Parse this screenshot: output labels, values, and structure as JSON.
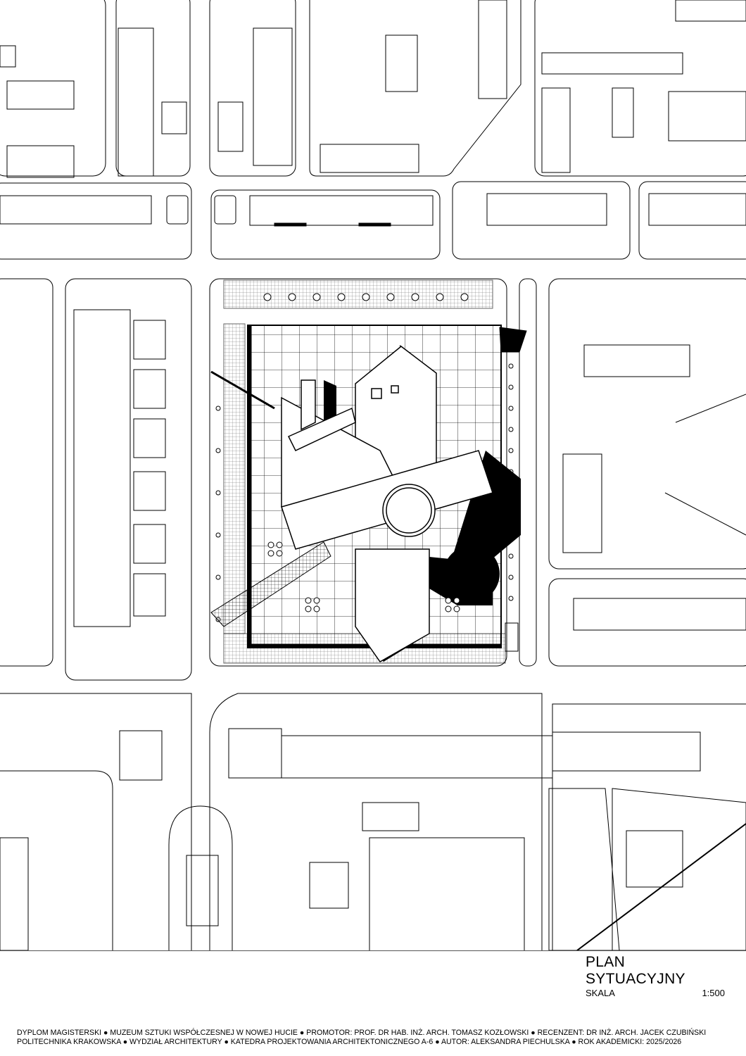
{
  "sheet": {
    "title": "PLAN SYTUACYJNY",
    "scale_label": "SKALA",
    "scale_value": "1:500"
  },
  "footer": {
    "line1": "DYPLOM MAGISTERSKI ● MUZEUM SZTUKI WSPÓŁCZESNEJ W NOWEJ HUCIE ● PROMOTOR: PROF. DR HAB. INŻ. ARCH. TOMASZ KOZŁOWSKI ● RECENZENT: DR INŻ. ARCH. JACEK CZUBIŃSKI",
    "line2": "POLITECHNIKA KRAKOWSKA  ●  WYDZIAŁ ARCHITEKTURY  ●  KATEDRA PROJEKTOWANIA ARCHITEKTONICZNEGO A-6  ●  AUTOR: ALEKSANDRA PIECHULSKA  ●  ROK AKADEMICKI: 2025/2026"
  },
  "colors": {
    "line": "#000000",
    "fill": "#000000",
    "background": "#ffffff"
  }
}
